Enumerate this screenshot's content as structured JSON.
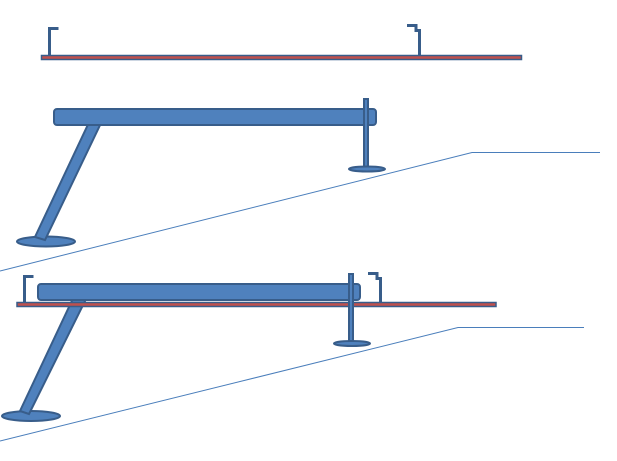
{
  "colors": {
    "background": "#ffffff",
    "fill_blue": "#4f81bd",
    "stroke_blue": "#385d8a",
    "bar_red": "#c0504d",
    "line_blue": "#4a7ebb"
  },
  "figures": [
    {
      "name": "top-assembly",
      "parts": [
        "rail",
        "left-bracket",
        "right-bracket"
      ]
    },
    {
      "name": "middle-assembly",
      "parts": [
        "beam",
        "diagonal-strut",
        "base-foot",
        "vertical-post",
        "post-base",
        "ground-line"
      ]
    },
    {
      "name": "bottom-assembly",
      "parts": [
        "rail",
        "left-bracket",
        "right-bracket",
        "beam",
        "diagonal-strut",
        "base-foot",
        "vertical-post",
        "post-base",
        "ground-line"
      ]
    }
  ]
}
